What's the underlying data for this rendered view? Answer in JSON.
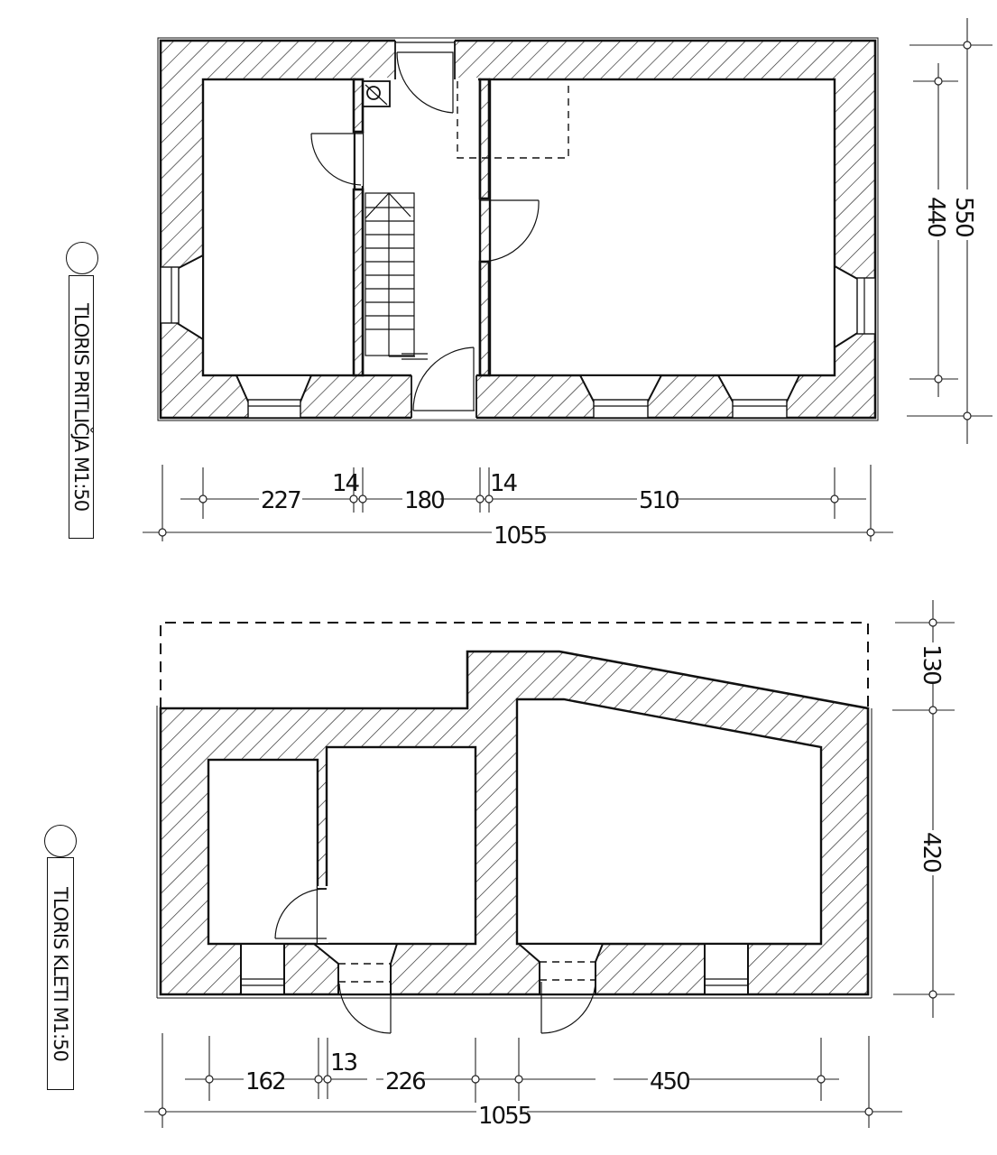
{
  "drawing": {
    "ground_floor": {
      "title": "TLORIS PRITLIČJA M1:50",
      "dims_horizontal": {
        "segments": [
          "227",
          "14",
          "180",
          "14",
          "510"
        ],
        "total": "1055"
      },
      "dims_vertical": {
        "inner": "440",
        "outer": "550"
      }
    },
    "basement": {
      "title": "TLORIS KLETI M1:50",
      "dims_horizontal": {
        "segments": [
          "162",
          "13",
          "226",
          "450"
        ],
        "total": "1055"
      },
      "dims_vertical": {
        "upper": "130",
        "lower": "420"
      }
    }
  }
}
